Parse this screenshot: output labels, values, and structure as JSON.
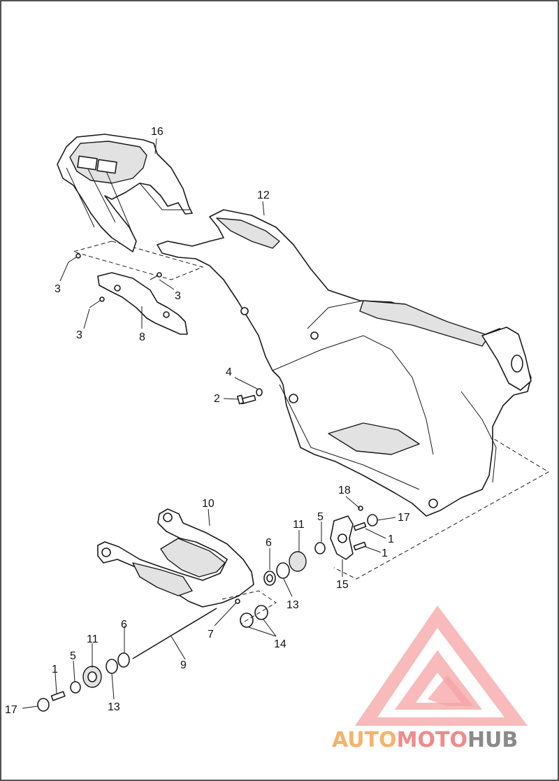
{
  "callouts": {
    "c16": "16",
    "c12": "12",
    "c3a": "3",
    "c3b": "3",
    "c3c": "3",
    "c8": "8",
    "c4": "4",
    "c2": "2",
    "c10": "10",
    "c18": "18",
    "c17a": "17",
    "c11a": "11",
    "c5a": "5",
    "c6a": "6",
    "c1a": "1",
    "c1b": "1",
    "c15": "15",
    "c13a": "13",
    "c7": "7",
    "c14": "14",
    "c6b": "6",
    "c11b": "11",
    "c5b": "5",
    "c9": "9",
    "c1c": "1",
    "c17b": "17",
    "c13b": "13"
  },
  "watermark": {
    "part1": "AUTO",
    "part2": "MOTO",
    "part3": "HUB",
    "color_primary": "#f08a8a",
    "color_secondary": "#f5b183",
    "color_tertiary": "#8a8a8a"
  }
}
